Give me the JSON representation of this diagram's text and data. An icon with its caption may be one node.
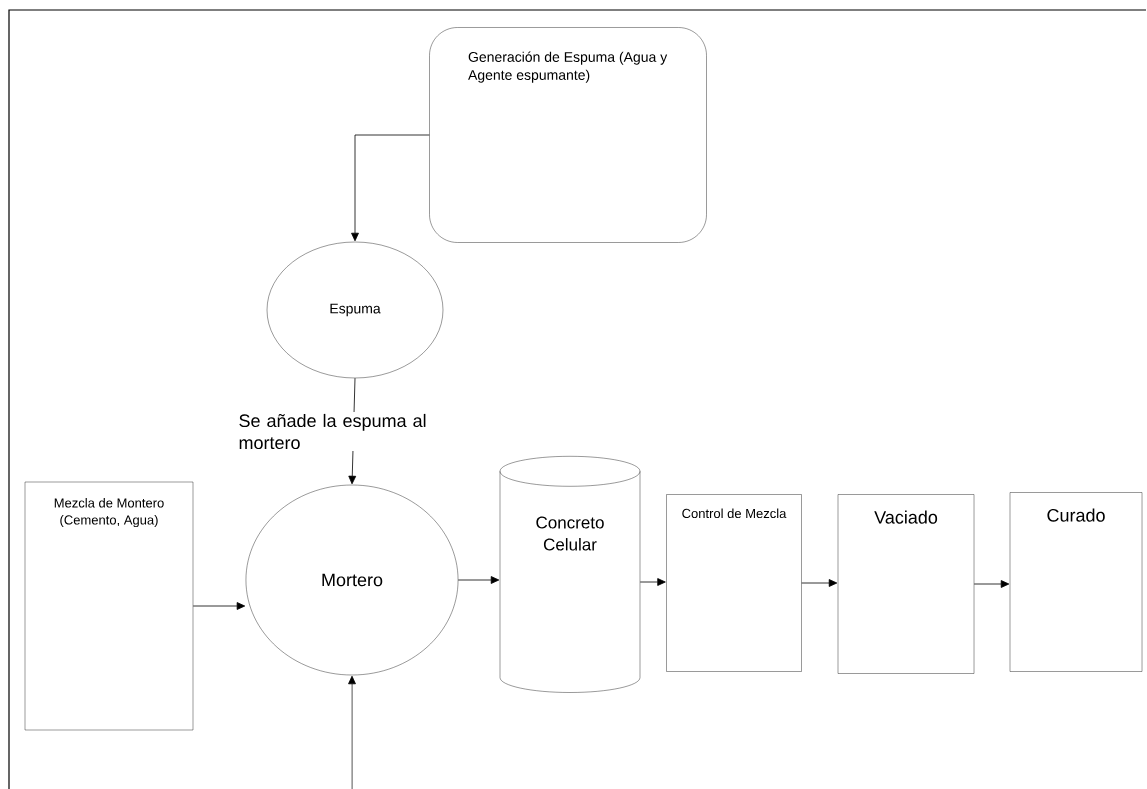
{
  "diagram": {
    "nodes": [
      {
        "text": [
          "Generación de Espuma (Agua y Agente espumante)"
        ]
      },
      {
        "text": [
          "Espuma"
        ]
      },
      {
        "text": [
          "Mezcla de Montero (Cemento, Agua)"
        ]
      },
      {
        "text": [
          "Mortero"
        ]
      },
      {
        "text": [
          "Concreto Celular"
        ]
      },
      {
        "text": [
          "Control de Mezcla"
        ]
      },
      {
        "text": [
          "Vaciado"
        ]
      },
      {
        "text": [
          "Curado"
        ]
      }
    ],
    "edges": [
      {
        "from": 0,
        "to": 1,
        "arrow": "to"
      },
      {
        "from": 1,
        "to": 3,
        "arrow": "to",
        "label": "Se añade la espuma al mortero"
      },
      {
        "from": 2,
        "to": 3,
        "arrow": "to"
      },
      {
        "from": null,
        "to": 3,
        "arrow": "to"
      },
      {
        "from": 3,
        "to": 4,
        "arrow": "to"
      },
      {
        "from": 4,
        "to": 5,
        "arrow": "to"
      },
      {
        "from": 5,
        "to": 6,
        "arrow": "to"
      },
      {
        "from": 6,
        "to": 7,
        "arrow": "to"
      }
    ]
  }
}
